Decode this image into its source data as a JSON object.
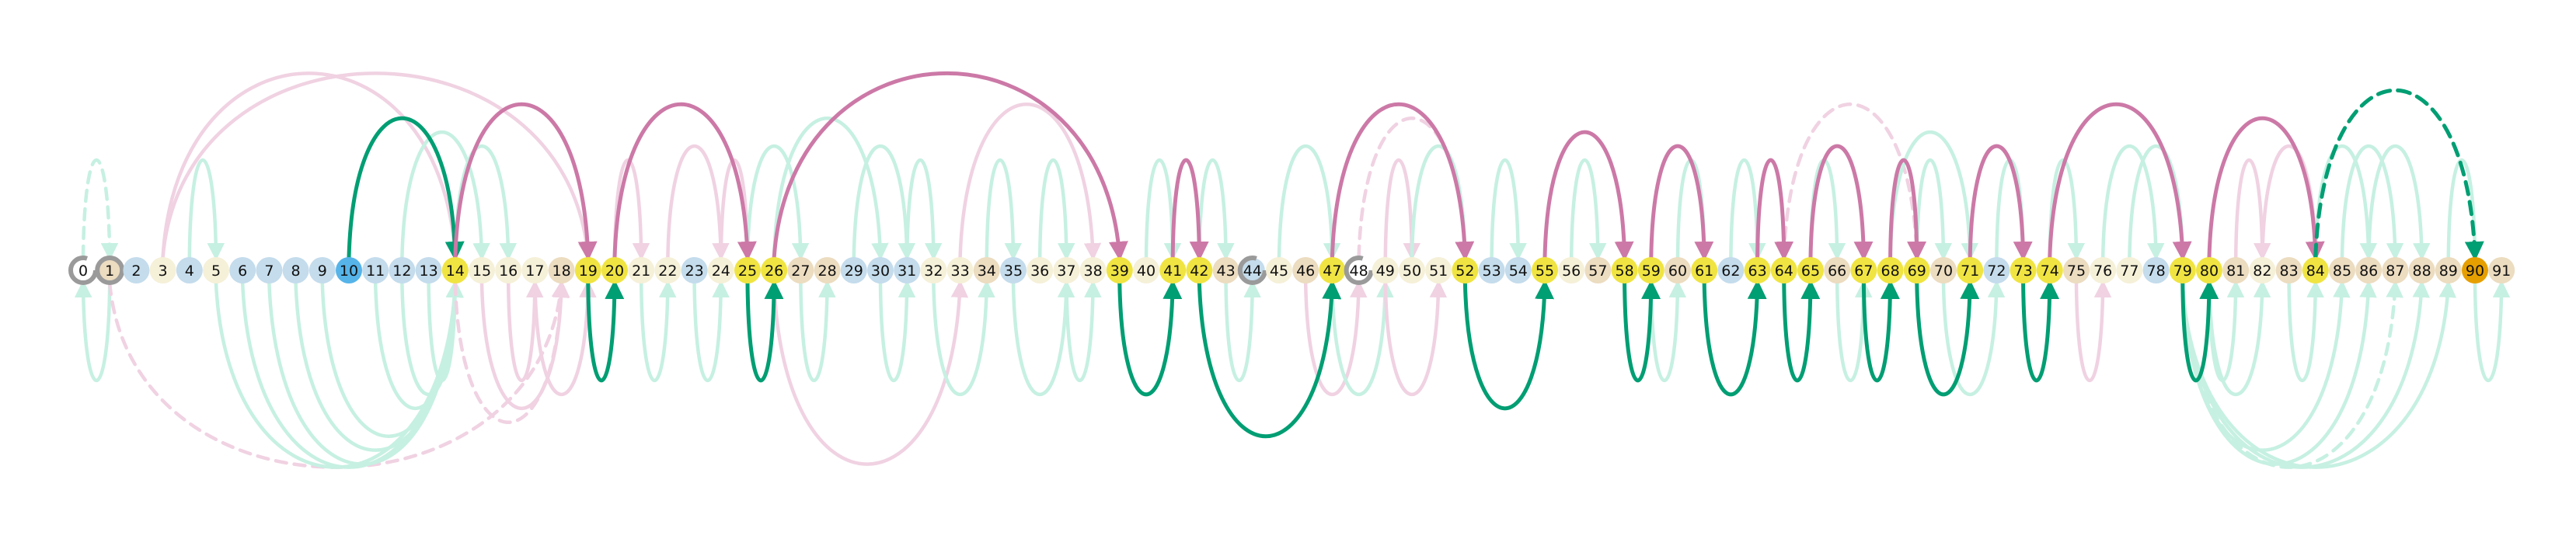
{
  "colors": {
    "node_default": "#f5f0d8",
    "node_blue": "#c4dcec",
    "node_tan": "#ecdcc0",
    "node_yellow": "#f0e442",
    "node_start": "#56b4e9",
    "node_goal": "#e69f00",
    "node_ring": "#9a9a9a",
    "green": "#009e73",
    "green_faint": "#c6f0e2",
    "pink": "#cc79a7",
    "pink_faint": "#f0d2e2"
  },
  "nodes": [
    {
      "id": 0,
      "label": "0",
      "kind": "ring"
    },
    {
      "id": 1,
      "label": "1",
      "kind": "ring_tan"
    },
    {
      "id": 2,
      "label": "2",
      "kind": "blue"
    },
    {
      "id": 3,
      "label": "3",
      "kind": "default"
    },
    {
      "id": 4,
      "label": "4",
      "kind": "blue"
    },
    {
      "id": 5,
      "label": "5",
      "kind": "default"
    },
    {
      "id": 6,
      "label": "6",
      "kind": "blue"
    },
    {
      "id": 7,
      "label": "7",
      "kind": "blue"
    },
    {
      "id": 8,
      "label": "8",
      "kind": "blue"
    },
    {
      "id": 9,
      "label": "9",
      "kind": "blue"
    },
    {
      "id": 10,
      "label": "10",
      "kind": "start"
    },
    {
      "id": 11,
      "label": "11",
      "kind": "blue"
    },
    {
      "id": 12,
      "label": "12",
      "kind": "blue"
    },
    {
      "id": 13,
      "label": "13",
      "kind": "blue"
    },
    {
      "id": 14,
      "label": "14",
      "kind": "yellow"
    },
    {
      "id": 15,
      "label": "15",
      "kind": "default"
    },
    {
      "id": 16,
      "label": "16",
      "kind": "default"
    },
    {
      "id": 17,
      "label": "17",
      "kind": "default"
    },
    {
      "id": 18,
      "label": "18",
      "kind": "tan"
    },
    {
      "id": 19,
      "label": "19",
      "kind": "yellow"
    },
    {
      "id": 20,
      "label": "20",
      "kind": "yellow"
    },
    {
      "id": 21,
      "label": "21",
      "kind": "default"
    },
    {
      "id": 22,
      "label": "22",
      "kind": "default"
    },
    {
      "id": 23,
      "label": "23",
      "kind": "blue"
    },
    {
      "id": 24,
      "label": "24",
      "kind": "default"
    },
    {
      "id": 25,
      "label": "25",
      "kind": "yellow"
    },
    {
      "id": 26,
      "label": "26",
      "kind": "yellow"
    },
    {
      "id": 27,
      "label": "27",
      "kind": "tan"
    },
    {
      "id": 28,
      "label": "28",
      "kind": "tan"
    },
    {
      "id": 29,
      "label": "29",
      "kind": "blue"
    },
    {
      "id": 30,
      "label": "30",
      "kind": "blue"
    },
    {
      "id": 31,
      "label": "31",
      "kind": "blue"
    },
    {
      "id": 32,
      "label": "32",
      "kind": "default"
    },
    {
      "id": 33,
      "label": "33",
      "kind": "default"
    },
    {
      "id": 34,
      "label": "34",
      "kind": "tan"
    },
    {
      "id": 35,
      "label": "35",
      "kind": "blue"
    },
    {
      "id": 36,
      "label": "36",
      "kind": "default"
    },
    {
      "id": 37,
      "label": "37",
      "kind": "default"
    },
    {
      "id": 38,
      "label": "38",
      "kind": "default"
    },
    {
      "id": 39,
      "label": "39",
      "kind": "yellow"
    },
    {
      "id": 40,
      "label": "40",
      "kind": "default"
    },
    {
      "id": 41,
      "label": "41",
      "kind": "yellow"
    },
    {
      "id": 42,
      "label": "42",
      "kind": "yellow"
    },
    {
      "id": 43,
      "label": "43",
      "kind": "tan"
    },
    {
      "id": 44,
      "label": "44",
      "kind": "ring_blue"
    },
    {
      "id": 45,
      "label": "45",
      "kind": "default"
    },
    {
      "id": 46,
      "label": "46",
      "kind": "tan"
    },
    {
      "id": 47,
      "label": "47",
      "kind": "yellow"
    },
    {
      "id": 48,
      "label": "48",
      "kind": "ring"
    },
    {
      "id": 49,
      "label": "49",
      "kind": "default"
    },
    {
      "id": 50,
      "label": "50",
      "kind": "default"
    },
    {
      "id": 51,
      "label": "51",
      "kind": "default"
    },
    {
      "id": 52,
      "label": "52",
      "kind": "yellow"
    },
    {
      "id": 53,
      "label": "53",
      "kind": "blue"
    },
    {
      "id": 54,
      "label": "54",
      "kind": "blue"
    },
    {
      "id": 55,
      "label": "55",
      "kind": "yellow"
    },
    {
      "id": 56,
      "label": "56",
      "kind": "default"
    },
    {
      "id": 57,
      "label": "57",
      "kind": "tan"
    },
    {
      "id": 58,
      "label": "58",
      "kind": "yellow"
    },
    {
      "id": 59,
      "label": "59",
      "kind": "yellow"
    },
    {
      "id": 60,
      "label": "60",
      "kind": "tan"
    },
    {
      "id": 61,
      "label": "61",
      "kind": "yellow"
    },
    {
      "id": 62,
      "label": "62",
      "kind": "blue"
    },
    {
      "id": 63,
      "label": "63",
      "kind": "yellow"
    },
    {
      "id": 64,
      "label": "64",
      "kind": "yellow"
    },
    {
      "id": 65,
      "label": "65",
      "kind": "yellow"
    },
    {
      "id": 66,
      "label": "66",
      "kind": "tan"
    },
    {
      "id": 67,
      "label": "67",
      "kind": "yellow"
    },
    {
      "id": 68,
      "label": "68",
      "kind": "yellow"
    },
    {
      "id": 69,
      "label": "69",
      "kind": "yellow"
    },
    {
      "id": 70,
      "label": "70",
      "kind": "tan"
    },
    {
      "id": 71,
      "label": "71",
      "kind": "yellow"
    },
    {
      "id": 72,
      "label": "72",
      "kind": "blue"
    },
    {
      "id": 73,
      "label": "73",
      "kind": "yellow"
    },
    {
      "id": 74,
      "label": "74",
      "kind": "yellow"
    },
    {
      "id": 75,
      "label": "75",
      "kind": "tan"
    },
    {
      "id": 76,
      "label": "76",
      "kind": "default"
    },
    {
      "id": 77,
      "label": "77",
      "kind": "default"
    },
    {
      "id": 78,
      "label": "78",
      "kind": "blue"
    },
    {
      "id": 79,
      "label": "79",
      "kind": "yellow"
    },
    {
      "id": 80,
      "label": "80",
      "kind": "yellow"
    },
    {
      "id": 81,
      "label": "81",
      "kind": "tan"
    },
    {
      "id": 82,
      "label": "82",
      "kind": "default"
    },
    {
      "id": 83,
      "label": "83",
      "kind": "tan"
    },
    {
      "id": 84,
      "label": "84",
      "kind": "yellow"
    },
    {
      "id": 85,
      "label": "85",
      "kind": "tan"
    },
    {
      "id": 86,
      "label": "86",
      "kind": "tan"
    },
    {
      "id": 87,
      "label": "87",
      "kind": "tan"
    },
    {
      "id": 88,
      "label": "88",
      "kind": "tan"
    },
    {
      "id": 89,
      "label": "89",
      "kind": "tan"
    },
    {
      "id": 90,
      "label": "90",
      "kind": "goal"
    },
    {
      "id": 91,
      "label": "91",
      "kind": "tan"
    }
  ],
  "edges_highlight": [
    {
      "from": 10,
      "to": 14,
      "side": "top",
      "color": "green",
      "style": "solid"
    },
    {
      "from": 14,
      "to": 19,
      "side": "top",
      "color": "pink",
      "style": "solid"
    },
    {
      "from": 19,
      "to": 20,
      "side": "bottom",
      "color": "green",
      "style": "solid"
    },
    {
      "from": 20,
      "to": 25,
      "side": "top",
      "color": "pink",
      "style": "solid"
    },
    {
      "from": 25,
      "to": 26,
      "side": "bottom",
      "color": "green",
      "style": "solid"
    },
    {
      "from": 26,
      "to": 39,
      "side": "top",
      "color": "pink",
      "style": "solid"
    },
    {
      "from": 39,
      "to": 41,
      "side": "bottom",
      "color": "green",
      "style": "solid"
    },
    {
      "from": 41,
      "to": 42,
      "side": "top",
      "color": "pink",
      "style": "solid"
    },
    {
      "from": 42,
      "to": 47,
      "side": "bottom",
      "color": "green",
      "style": "solid"
    },
    {
      "from": 47,
      "to": 52,
      "side": "top",
      "color": "pink",
      "style": "solid"
    },
    {
      "from": 52,
      "to": 55,
      "side": "bottom",
      "color": "green",
      "style": "solid"
    },
    {
      "from": 55,
      "to": 58,
      "side": "top",
      "color": "pink",
      "style": "solid"
    },
    {
      "from": 58,
      "to": 59,
      "side": "bottom",
      "color": "green",
      "style": "solid"
    },
    {
      "from": 59,
      "to": 61,
      "side": "top",
      "color": "pink",
      "style": "solid"
    },
    {
      "from": 61,
      "to": 63,
      "side": "bottom",
      "color": "green",
      "style": "solid"
    },
    {
      "from": 63,
      "to": 64,
      "side": "top",
      "color": "pink",
      "style": "solid"
    },
    {
      "from": 64,
      "to": 65,
      "side": "bottom",
      "color": "green",
      "style": "solid"
    },
    {
      "from": 65,
      "to": 67,
      "side": "top",
      "color": "pink",
      "style": "solid"
    },
    {
      "from": 67,
      "to": 68,
      "side": "bottom",
      "color": "green",
      "style": "solid"
    },
    {
      "from": 68,
      "to": 69,
      "side": "top",
      "color": "pink",
      "style": "solid"
    },
    {
      "from": 69,
      "to": 71,
      "side": "bottom",
      "color": "green",
      "style": "solid"
    },
    {
      "from": 71,
      "to": 73,
      "side": "top",
      "color": "pink",
      "style": "solid"
    },
    {
      "from": 73,
      "to": 74,
      "side": "bottom",
      "color": "green",
      "style": "solid"
    },
    {
      "from": 74,
      "to": 79,
      "side": "top",
      "color": "pink",
      "style": "solid"
    },
    {
      "from": 79,
      "to": 80,
      "side": "bottom",
      "color": "green",
      "style": "solid"
    },
    {
      "from": 80,
      "to": 84,
      "side": "top",
      "color": "pink",
      "style": "solid"
    },
    {
      "from": 84,
      "to": 90,
      "side": "top",
      "color": "green",
      "style": "dashed"
    }
  ],
  "edges_faint": [
    {
      "from": 0,
      "to": 1,
      "side": "top",
      "color": "green_faint",
      "style": "dashed"
    },
    {
      "from": 1,
      "to": 0,
      "side": "bottom",
      "color": "green_faint",
      "style": "solid"
    },
    {
      "from": 1,
      "to": 18,
      "side": "bottom",
      "color": "pink_faint",
      "style": "dashed"
    },
    {
      "from": 3,
      "to": 14,
      "side": "top",
      "color": "pink_faint",
      "style": "solid"
    },
    {
      "from": 4,
      "to": 5,
      "side": "top",
      "color": "green_faint",
      "style": "solid"
    },
    {
      "from": 5,
      "to": 14,
      "side": "bottom",
      "color": "green_faint",
      "style": "solid"
    },
    {
      "from": 6,
      "to": 14,
      "side": "bottom",
      "color": "green_faint",
      "style": "solid"
    },
    {
      "from": 7,
      "to": 14,
      "side": "bottom",
      "color": "green_faint",
      "style": "solid"
    },
    {
      "from": 8,
      "to": 14,
      "side": "bottom",
      "color": "green_faint",
      "style": "solid"
    },
    {
      "from": 9,
      "to": 14,
      "side": "bottom",
      "color": "green_faint",
      "style": "solid"
    },
    {
      "from": 11,
      "to": 14,
      "side": "bottom",
      "color": "green_faint",
      "style": "solid"
    },
    {
      "from": 12,
      "to": 14,
      "side": "bottom",
      "color": "green_faint",
      "style": "solid"
    },
    {
      "from": 13,
      "to": 14,
      "side": "bottom",
      "color": "green_faint",
      "style": "solid"
    },
    {
      "from": 3,
      "to": 19,
      "side": "top",
      "color": "pink_faint",
      "style": "solid"
    },
    {
      "from": 12,
      "to": 15,
      "side": "top",
      "color": "green_faint",
      "style": "solid"
    },
    {
      "from": 14,
      "to": 16,
      "side": "top",
      "color": "green_faint",
      "style": "solid"
    },
    {
      "from": 15,
      "to": 18,
      "side": "bottom",
      "color": "pink_faint",
      "style": "solid"
    },
    {
      "from": 16,
      "to": 17,
      "side": "bottom",
      "color": "pink_faint",
      "style": "solid"
    },
    {
      "from": 17,
      "to": 19,
      "side": "bottom",
      "color": "pink_faint",
      "style": "solid"
    },
    {
      "from": 14,
      "to": 18,
      "side": "bottom",
      "color": "pink_faint",
      "style": "dashed"
    },
    {
      "from": 20,
      "to": 21,
      "side": "top",
      "color": "pink_faint",
      "style": "solid"
    },
    {
      "from": 21,
      "to": 22,
      "side": "bottom",
      "color": "green_faint",
      "style": "solid"
    },
    {
      "from": 22,
      "to": 24,
      "side": "top",
      "color": "pink_faint",
      "style": "solid"
    },
    {
      "from": 23,
      "to": 24,
      "side": "bottom",
      "color": "green_faint",
      "style": "solid"
    },
    {
      "from": 24,
      "to": 25,
      "side": "top",
      "color": "pink_faint",
      "style": "solid"
    },
    {
      "from": 25,
      "to": 27,
      "side": "top",
      "color": "green_faint",
      "style": "solid"
    },
    {
      "from": 26,
      "to": 30,
      "side": "top",
      "color": "green_faint",
      "style": "solid"
    },
    {
      "from": 26,
      "to": 33,
      "side": "bottom",
      "color": "pink_faint",
      "style": "solid"
    },
    {
      "from": 27,
      "to": 28,
      "side": "bottom",
      "color": "green_faint",
      "style": "solid"
    },
    {
      "from": 29,
      "to": 31,
      "side": "top",
      "color": "green_faint",
      "style": "solid"
    },
    {
      "from": 30,
      "to": 31,
      "side": "bottom",
      "color": "green_faint",
      "style": "solid"
    },
    {
      "from": 31,
      "to": 32,
      "side": "top",
      "color": "green_faint",
      "style": "solid"
    },
    {
      "from": 32,
      "to": 34,
      "side": "bottom",
      "color": "green_faint",
      "style": "solid"
    },
    {
      "from": 33,
      "to": 38,
      "side": "top",
      "color": "pink_faint",
      "style": "solid"
    },
    {
      "from": 34,
      "to": 35,
      "side": "top",
      "color": "green_faint",
      "style": "solid"
    },
    {
      "from": 35,
      "to": 37,
      "side": "bottom",
      "color": "green_faint",
      "style": "solid"
    },
    {
      "from": 36,
      "to": 37,
      "side": "top",
      "color": "green_faint",
      "style": "solid"
    },
    {
      "from": 37,
      "to": 38,
      "side": "bottom",
      "color": "green_faint",
      "style": "solid"
    },
    {
      "from": 40,
      "to": 41,
      "side": "top",
      "color": "green_faint",
      "style": "solid"
    },
    {
      "from": 42,
      "to": 43,
      "side": "top",
      "color": "green_faint",
      "style": "solid"
    },
    {
      "from": 43,
      "to": 44,
      "side": "bottom",
      "color": "green_faint",
      "style": "solid"
    },
    {
      "from": 45,
      "to": 47,
      "side": "top",
      "color": "green_faint",
      "style": "solid"
    },
    {
      "from": 46,
      "to": 48,
      "side": "bottom",
      "color": "pink_faint",
      "style": "solid"
    },
    {
      "from": 47,
      "to": 49,
      "side": "bottom",
      "color": "green_faint",
      "style": "solid"
    },
    {
      "from": 48,
      "to": 52,
      "side": "top",
      "color": "pink_faint",
      "style": "dashed"
    },
    {
      "from": 49,
      "to": 50,
      "side": "top",
      "color": "pink_faint",
      "style": "solid"
    },
    {
      "from": 49,
      "to": 51,
      "side": "bottom",
      "color": "pink_faint",
      "style": "solid"
    },
    {
      "from": 50,
      "to": 52,
      "side": "top",
      "color": "green_faint",
      "style": "solid"
    },
    {
      "from": 53,
      "to": 54,
      "side": "top",
      "color": "green_faint",
      "style": "solid"
    },
    {
      "from": 56,
      "to": 57,
      "side": "top",
      "color": "green_faint",
      "style": "solid"
    },
    {
      "from": 59,
      "to": 60,
      "side": "bottom",
      "color": "green_faint",
      "style": "solid"
    },
    {
      "from": 60,
      "to": 61,
      "side": "top",
      "color": "green_faint",
      "style": "solid"
    },
    {
      "from": 62,
      "to": 63,
      "side": "top",
      "color": "green_faint",
      "style": "solid"
    },
    {
      "from": 64,
      "to": 69,
      "side": "top",
      "color": "pink_faint",
      "style": "dashed"
    },
    {
      "from": 65,
      "to": 66,
      "side": "top",
      "color": "green_faint",
      "style": "solid"
    },
    {
      "from": 66,
      "to": 67,
      "side": "bottom",
      "color": "green_faint",
      "style": "solid"
    },
    {
      "from": 68,
      "to": 71,
      "side": "top",
      "color": "green_faint",
      "style": "solid"
    },
    {
      "from": 69,
      "to": 70,
      "side": "top",
      "color": "green_faint",
      "style": "solid"
    },
    {
      "from": 70,
      "to": 72,
      "side": "bottom",
      "color": "green_faint",
      "style": "solid"
    },
    {
      "from": 72,
      "to": 73,
      "side": "top",
      "color": "green_faint",
      "style": "solid"
    },
    {
      "from": 74,
      "to": 75,
      "side": "top",
      "color": "green_faint",
      "style": "solid"
    },
    {
      "from": 75,
      "to": 76,
      "side": "bottom",
      "color": "pink_faint",
      "style": "solid"
    },
    {
      "from": 76,
      "to": 78,
      "side": "top",
      "color": "green_faint",
      "style": "solid"
    },
    {
      "from": 77,
      "to": 79,
      "side": "top",
      "color": "green_faint",
      "style": "solid"
    },
    {
      "from": 80,
      "to": 81,
      "side": "bottom",
      "color": "green_faint",
      "style": "solid"
    },
    {
      "from": 81,
      "to": 82,
      "side": "top",
      "color": "pink_faint",
      "style": "solid"
    },
    {
      "from": 82,
      "to": 84,
      "side": "top",
      "color": "pink_faint",
      "style": "solid"
    },
    {
      "from": 83,
      "to": 84,
      "side": "bottom",
      "color": "green_faint",
      "style": "solid"
    },
    {
      "from": 84,
      "to": 86,
      "side": "top",
      "color": "green_faint",
      "style": "solid"
    },
    {
      "from": 85,
      "to": 87,
      "side": "top",
      "color": "green_faint",
      "style": "solid"
    },
    {
      "from": 86,
      "to": 88,
      "side": "top",
      "color": "green_faint",
      "style": "solid"
    },
    {
      "from": 79,
      "to": 85,
      "side": "bottom",
      "color": "green_faint",
      "style": "solid"
    },
    {
      "from": 79,
      "to": 86,
      "side": "bottom",
      "color": "green_faint",
      "style": "solid"
    },
    {
      "from": 79,
      "to": 87,
      "side": "bottom",
      "color": "green_faint",
      "style": "dashed"
    },
    {
      "from": 79,
      "to": 88,
      "side": "bottom",
      "color": "green_faint",
      "style": "solid"
    },
    {
      "from": 79,
      "to": 89,
      "side": "bottom",
      "color": "green_faint",
      "style": "solid"
    },
    {
      "from": 80,
      "to": 82,
      "side": "bottom",
      "color": "green_faint",
      "style": "solid"
    },
    {
      "from": 89,
      "to": 90,
      "side": "top",
      "color": "green_faint",
      "style": "solid"
    },
    {
      "from": 90,
      "to": 91,
      "side": "bottom",
      "color": "green_faint",
      "style": "solid"
    }
  ]
}
